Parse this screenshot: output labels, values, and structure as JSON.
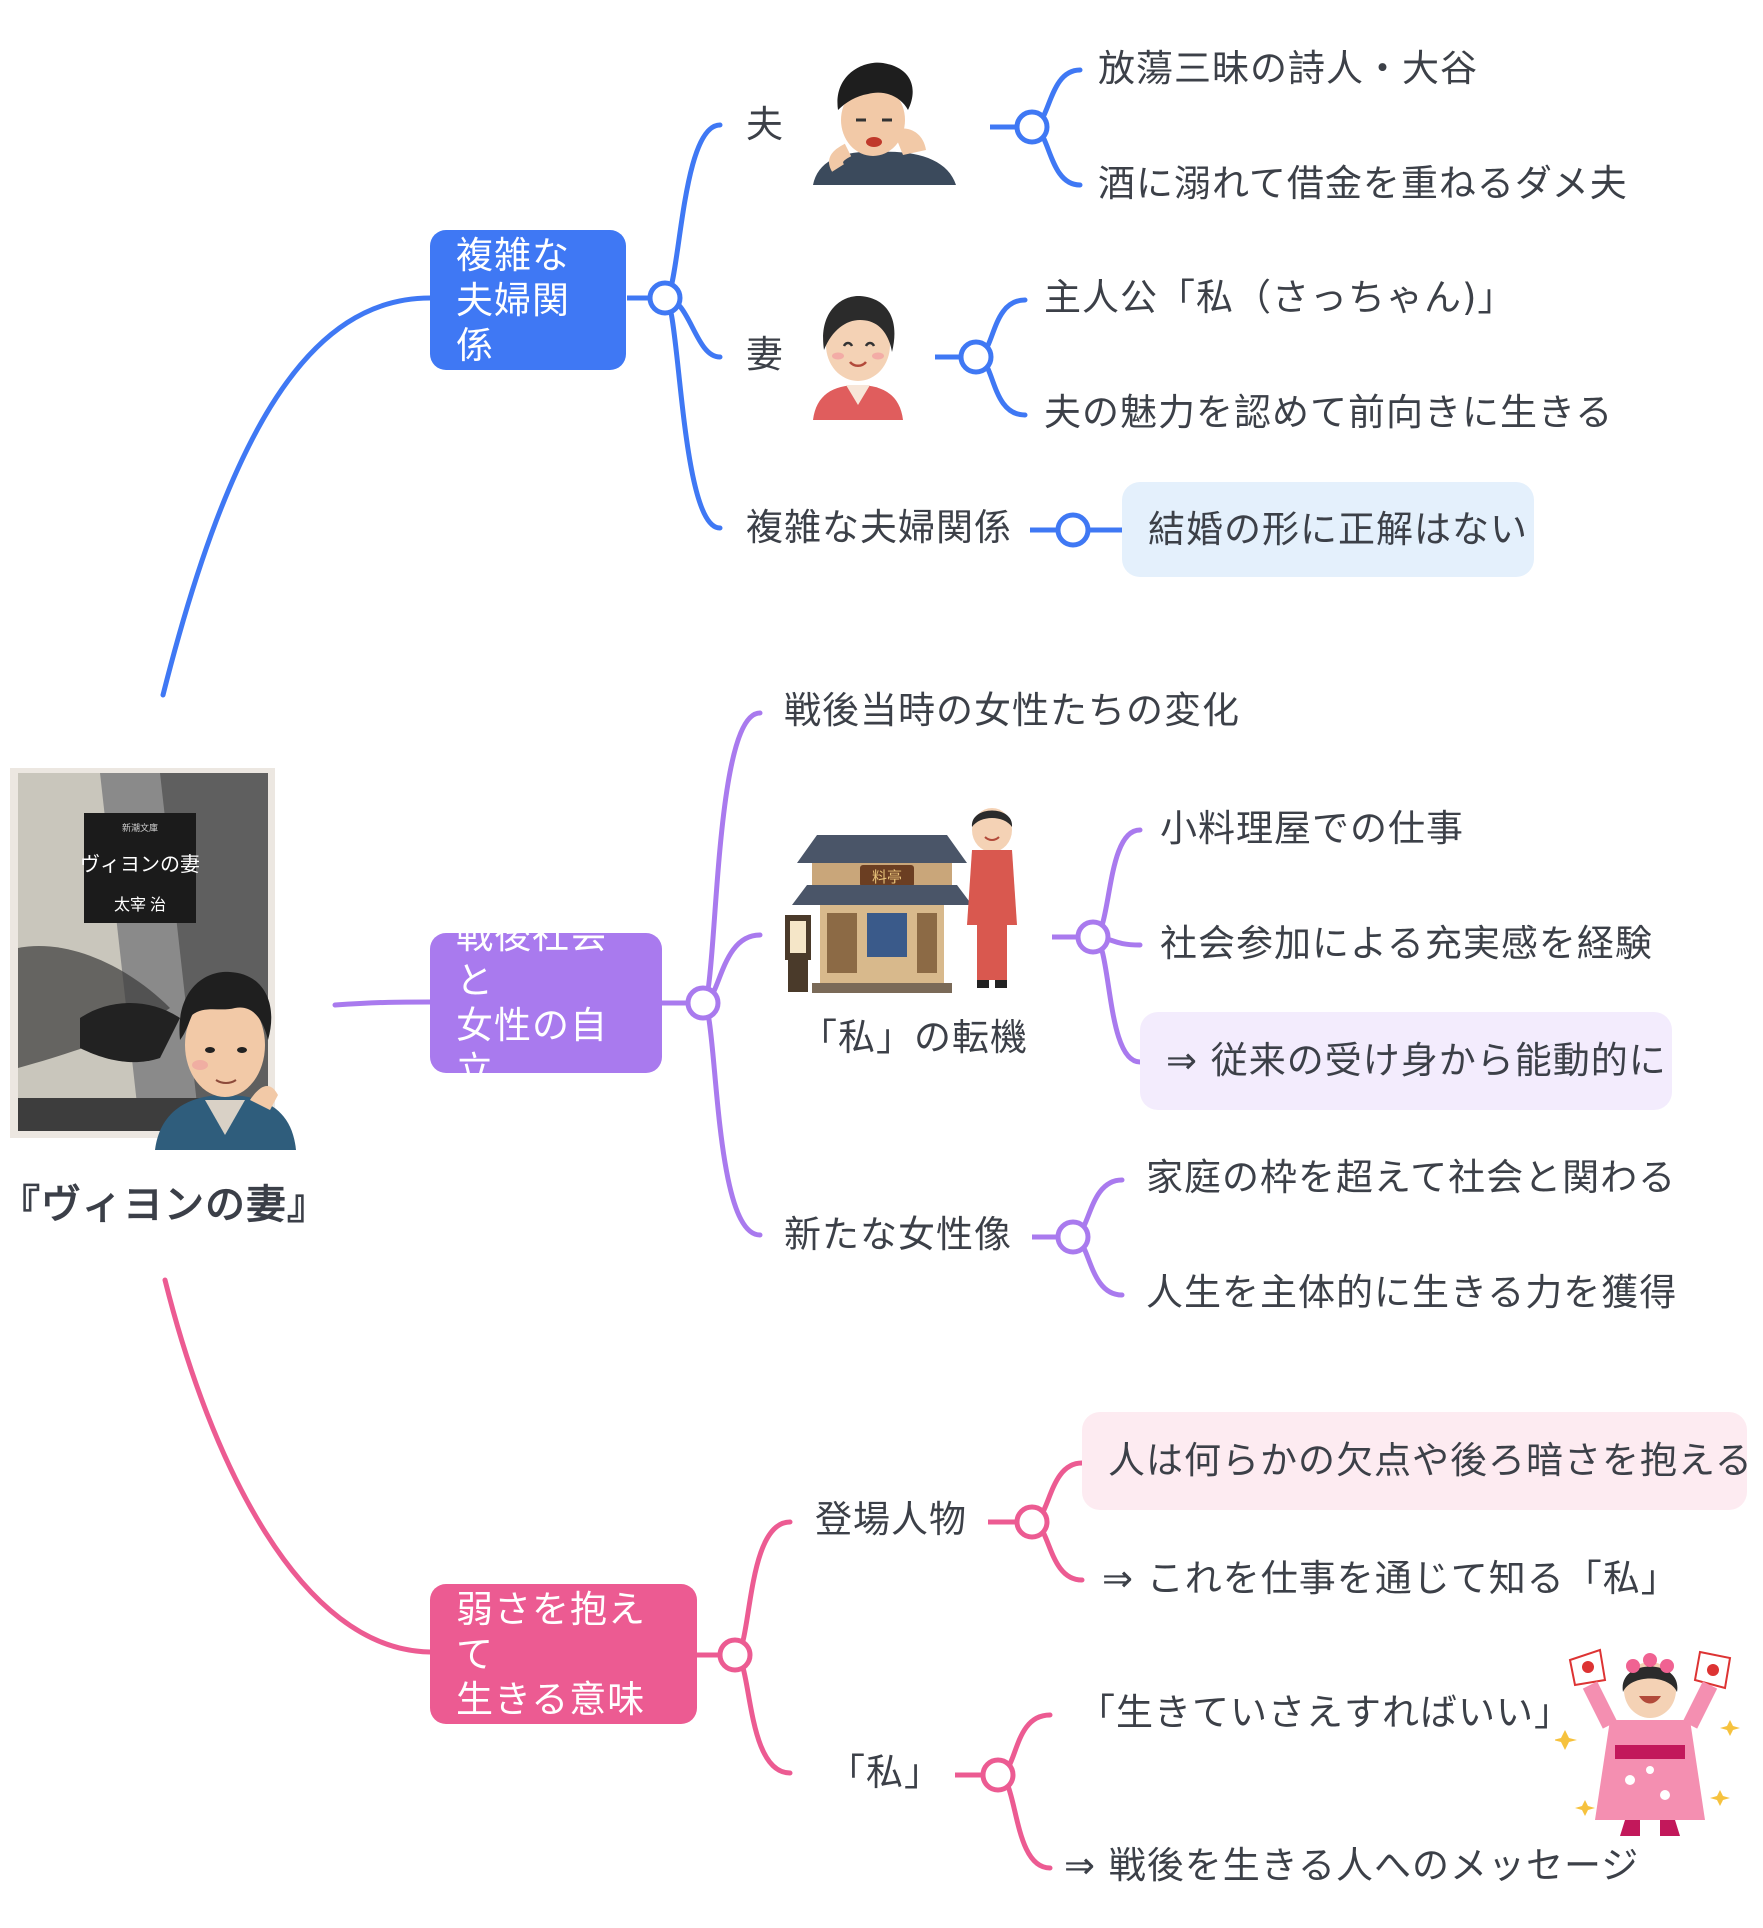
{
  "title": "『ヴィヨンの妻』",
  "book_cover": {
    "label": "新潮文庫",
    "book_title": "ヴィヨンの妻",
    "author": "太宰 治"
  },
  "colors": {
    "blue": "#3f78f4",
    "purple": "#a97aee",
    "pink": "#ec5b92",
    "blue_light": "#e4f0fc",
    "purple_light": "#f3ecfd",
    "pink_light": "#fdebf1"
  },
  "branches": {
    "couple": {
      "label_line1": "複雑な",
      "label_line2": "夫婦関係",
      "husband": {
        "label": "夫",
        "items": [
          "放蕩三昧の詩人・大谷",
          "酒に溺れて借金を重ねるダメ夫"
        ]
      },
      "wife": {
        "label": "妻",
        "items": [
          "主人公「私（さっちゃん)」",
          "夫の魅力を認めて前向きに生きる"
        ]
      },
      "relation": {
        "label": "複雑な夫婦関係",
        "conclusion": "結婚の形に正解はない"
      }
    },
    "women": {
      "label_line1": "戦後社会と",
      "label_line2": "女性の自立",
      "change": "戦後当時の女性たちの変化",
      "turning_point": {
        "label": "「私」の転機",
        "sign": "料亭",
        "items": [
          "小料理屋での仕事",
          "社会参加による充実感を経験",
          "⇒ 従来の受け身から能動的に"
        ]
      },
      "new_image": {
        "label": "新たな女性像",
        "items": [
          "家庭の枠を超えて社会と関わる",
          "人生を主体的に生きる力を獲得"
        ]
      }
    },
    "weakness": {
      "label_line1": "弱さを抱えて",
      "label_line2": "生きる意味",
      "characters": {
        "label": "登場人物",
        "items": [
          "人は何らかの欠点や後ろ暗さを抱える",
          "⇒ これを仕事を通じて知る「私」"
        ]
      },
      "watashi": {
        "label": "「私」",
        "items": [
          "「生きていさえすればいい」",
          "⇒ 戦後を生きる人へのメッセージ"
        ]
      }
    }
  }
}
